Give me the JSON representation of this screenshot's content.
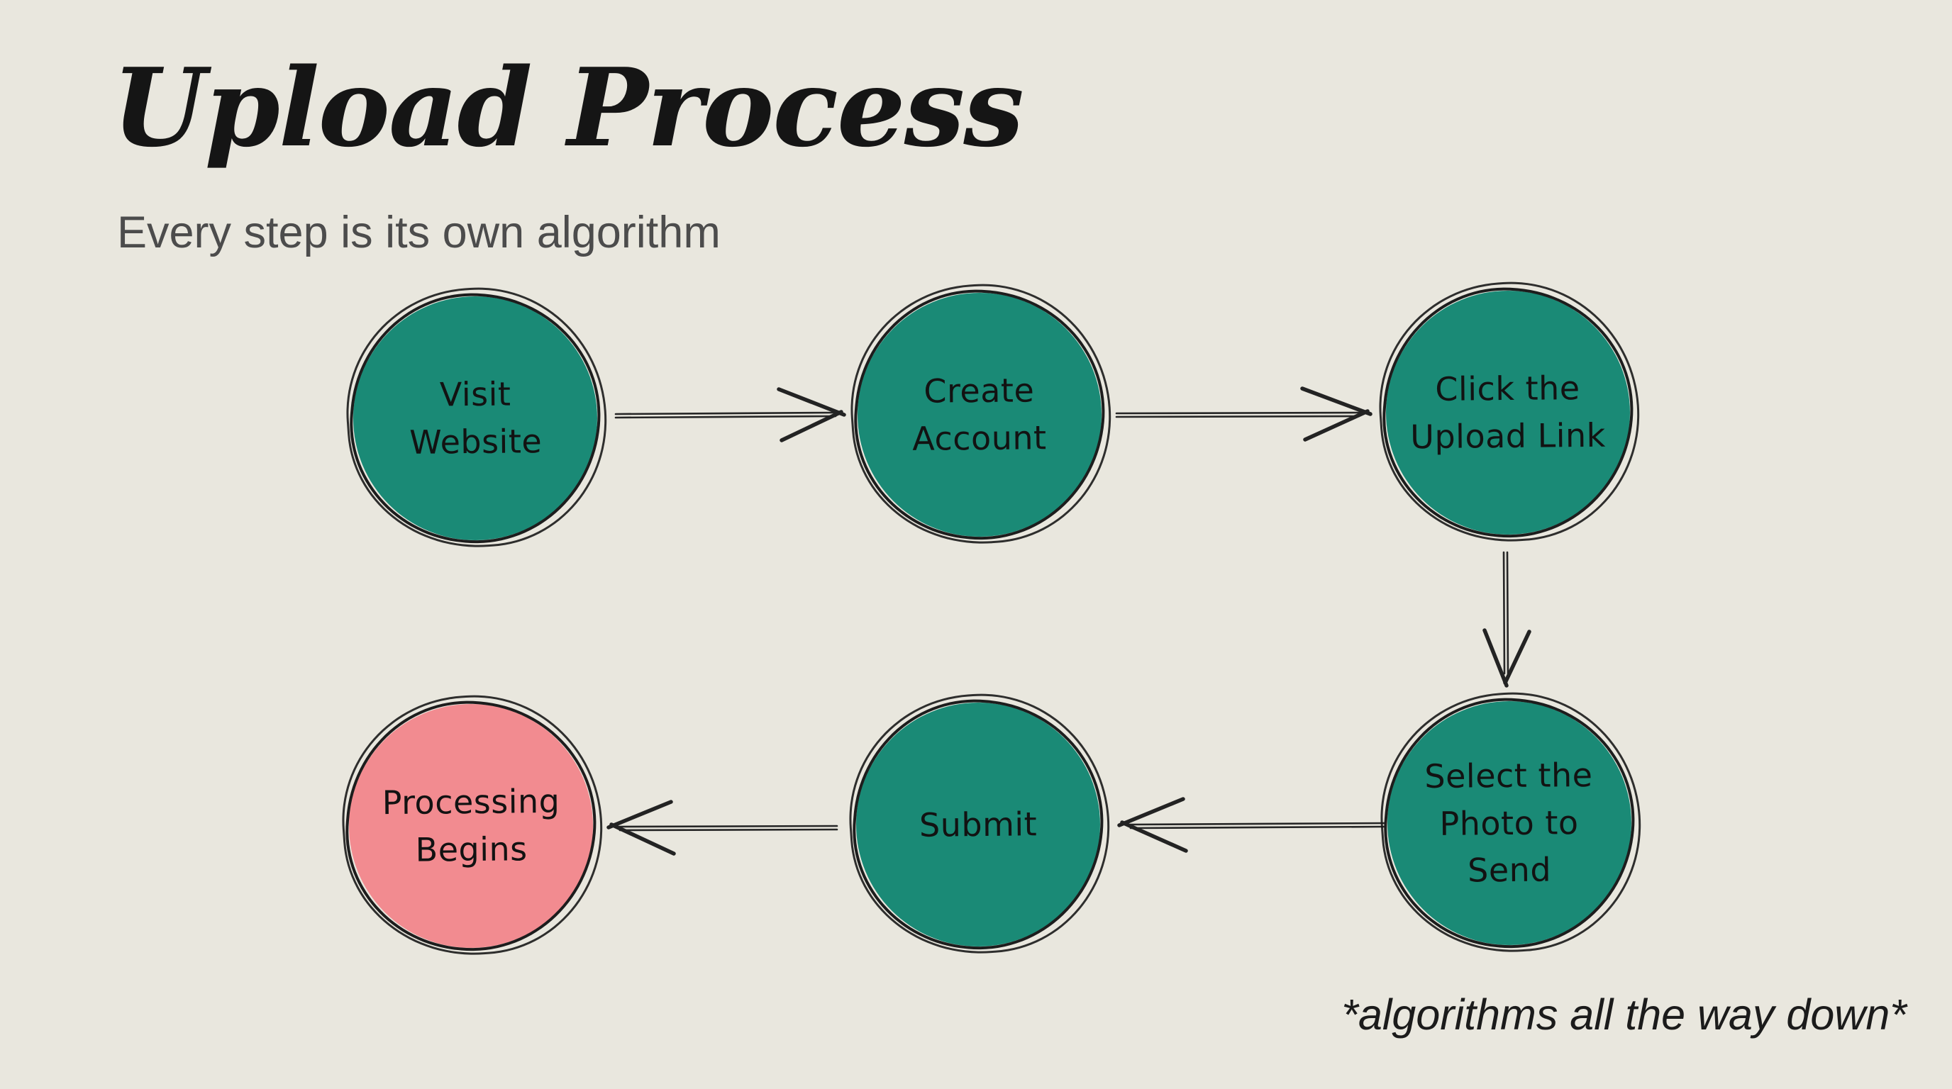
{
  "header": {
    "title": "Upload Process",
    "subtitle": "Every step is its own algorithm"
  },
  "footnote": "*algorithms all the way down*",
  "colors": {
    "background": "#E9E7DE",
    "node_teal": "#1A8A76",
    "node_pink": "#F28B90",
    "ink": "#1d1d1d",
    "subtitle_gray": "#4C4C4C"
  },
  "diagram": {
    "nodes": [
      {
        "id": "visit-website",
        "label": "Visit\nWebsite",
        "fill": "#1A8A76"
      },
      {
        "id": "create-account",
        "label": "Create\nAccount",
        "fill": "#1A8A76"
      },
      {
        "id": "click-upload-link",
        "label": "Click the\nUpload Link",
        "fill": "#1A8A76"
      },
      {
        "id": "select-photo",
        "label": "Select the\nPhoto to\nSend",
        "fill": "#1A8A76"
      },
      {
        "id": "submit",
        "label": "Submit",
        "fill": "#1A8A76"
      },
      {
        "id": "processing-begins",
        "label": "Processing\nBegins",
        "fill": "#F28B90"
      }
    ],
    "arrows": [
      {
        "from": "visit-website",
        "to": "create-account",
        "direction": "right"
      },
      {
        "from": "create-account",
        "to": "click-upload-link",
        "direction": "right"
      },
      {
        "from": "click-upload-link",
        "to": "select-photo",
        "direction": "down"
      },
      {
        "from": "select-photo",
        "to": "submit",
        "direction": "left"
      },
      {
        "from": "submit",
        "to": "processing-begins",
        "direction": "left"
      }
    ]
  }
}
